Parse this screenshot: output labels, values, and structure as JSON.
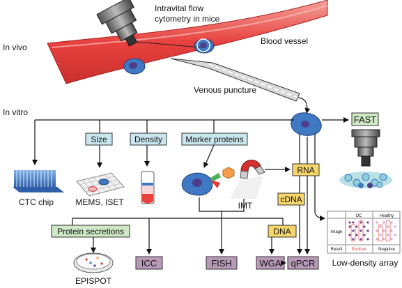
{
  "labels": {
    "in_vivo": "In vivo",
    "in_vitro": "In vitro",
    "intravital_line1": "Intravital flow",
    "intravital_line2": "cytometry in mice",
    "blood_vessel": "Blood vessel",
    "venous_puncture": "Venous puncture",
    "ctc_chip": "CTC chip",
    "mems_iset": "MEMS, ISET",
    "imt": "IMT",
    "episopt": "EPISPOT",
    "low_density_array": "Low-density array"
  },
  "boxes": {
    "fast": "FAST",
    "size": "Size",
    "density": "Density",
    "marker_proteins": "Marker proteins",
    "rna": "RNA",
    "cdna": "cDNA",
    "protein_secretions": "Protein secretions",
    "dna": "DNA",
    "icc": "ICC",
    "fish": "FISH",
    "wga": "WGA",
    "qpcr": "qPCR"
  },
  "array_table": {
    "header_oc": "OC",
    "header_healthy": "Healthy",
    "row_image": "Image",
    "row_result": "Result",
    "result_positive": "Positive",
    "result_negative": "Negative"
  },
  "colors": {
    "vessel": "#e8423f",
    "box_blue": "#c9e6ee",
    "box_green": "#cfe9c6",
    "box_yellow": "#f6d66a",
    "box_purple": "#b89ab8",
    "cell_blue": "#3f79c4",
    "nucleus": "#4b3f8c",
    "positive_text": "#e8423f"
  }
}
